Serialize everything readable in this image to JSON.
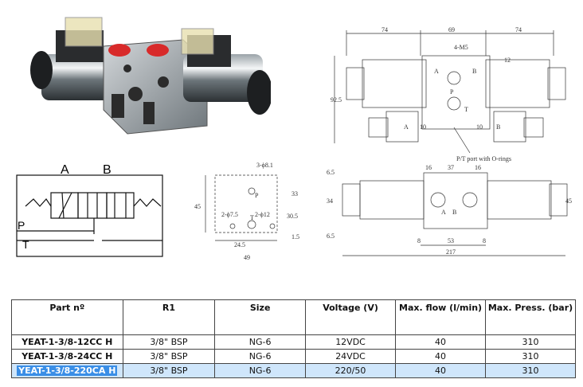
{
  "drawing": {
    "top_view": {
      "dims": [
        "74",
        "69",
        "74",
        "4-M5",
        "12",
        "92.5",
        "10",
        "10"
      ],
      "ports": [
        "A",
        "B",
        "P",
        "T",
        "A",
        "B"
      ],
      "note": "P/T port with O-rings"
    },
    "bottom_view": {
      "dims": [
        "16",
        "37",
        "16",
        "6.5",
        "34",
        "45",
        "6.5",
        "8",
        "53",
        "8",
        "217"
      ],
      "ports": [
        "A",
        "B"
      ]
    },
    "port_pattern": {
      "dims": [
        "3-ϕ8.1",
        "33",
        "45",
        "2-ϕ7.5",
        "2-ϕ12",
        "30.5",
        "1.5",
        "24.5",
        "49"
      ],
      "ports": [
        "P",
        "T"
      ]
    },
    "schematic": {
      "labels": [
        "A",
        "B",
        "P",
        "T"
      ]
    }
  },
  "table": {
    "headers": [
      "Part nº",
      "R1",
      "Size",
      "Voltage (V)",
      "Max. flow (l/min)",
      "Max. Press. (bar)"
    ],
    "rows": [
      [
        "YEAT-1-3/8-12CC H",
        "3/8\" BSP",
        "NG-6",
        "12VDC",
        "40",
        "310"
      ],
      [
        "YEAT-1-3/8-24CC H",
        "3/8\" BSP",
        "NG-6",
        "24VDC",
        "40",
        "310"
      ],
      [
        "YEAT-1-3/8-220CA H",
        "3/8\" BSP",
        "NG-6",
        "220/50",
        "40",
        "310"
      ]
    ],
    "selected_row": 2
  }
}
